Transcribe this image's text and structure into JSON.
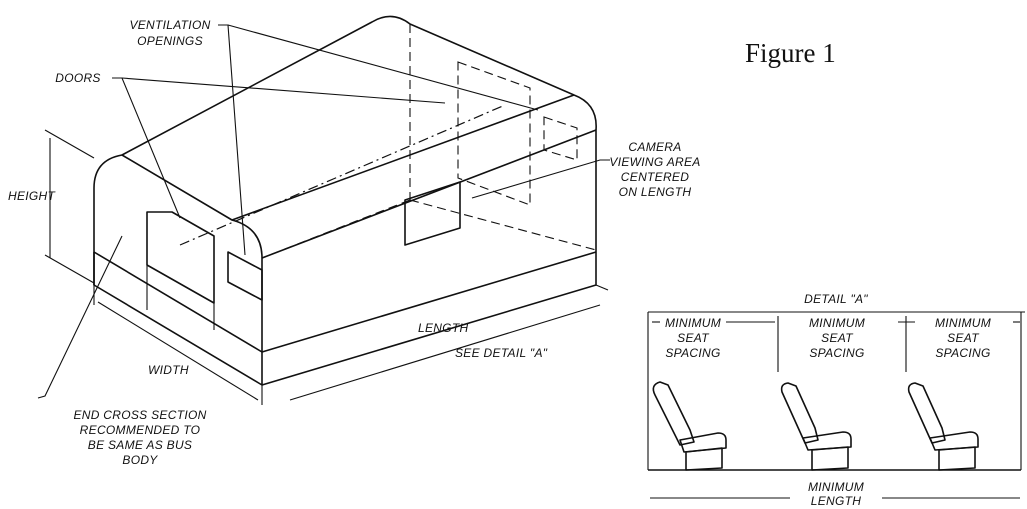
{
  "figure": {
    "title": "Figure 1",
    "labels": {
      "ventilation": [
        "VENTILATION",
        "OPENINGS"
      ],
      "doors": "DOORS",
      "height": "HEIGHT",
      "camera": [
        "CAMERA",
        "VIEWING AREA",
        "CENTERED",
        "ON LENGTH"
      ],
      "length": "LENGTH",
      "see_detail": "SEE DETAIL \"A\"",
      "width": "WIDTH",
      "end_cross_section": [
        "END CROSS SECTION",
        "RECOMMENDED TO",
        "BE SAME AS BUS",
        "BODY"
      ]
    }
  },
  "detail": {
    "title": "DETAIL \"A\"",
    "spacing_label": [
      "MINIMUM",
      "SEAT",
      "SPACING"
    ],
    "bottom_label": [
      "MINIMUM",
      "LENGTH"
    ]
  }
}
